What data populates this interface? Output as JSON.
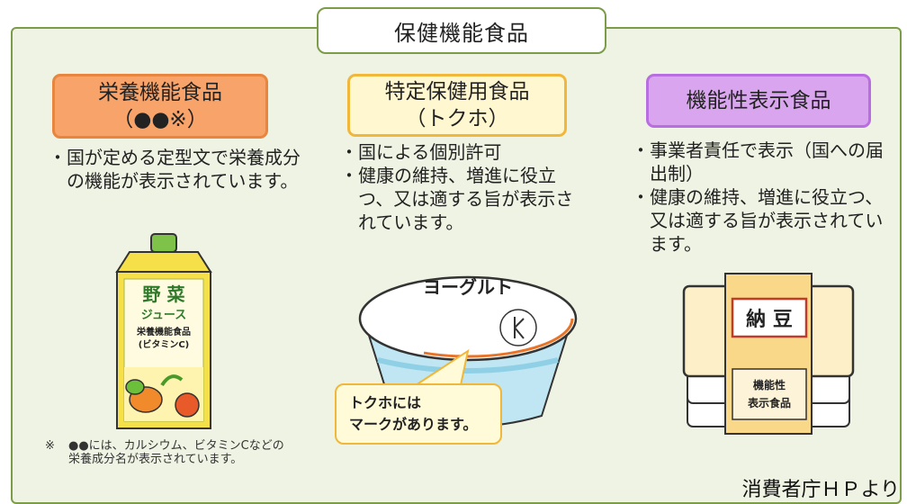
{
  "title": "保健機能食品",
  "categories": [
    {
      "title_line1": "栄養機能食品",
      "title_line2": "（●●※）",
      "points": [
        "国が定める定型文で栄養成分の機能が表示されています。"
      ]
    },
    {
      "title_line1": "特定保健用食品",
      "title_line2": "（トクホ）",
      "points": [
        "国による個別許可",
        "健康の維持、増進に役立つ、又は適する旨が表示されています。"
      ]
    },
    {
      "title_line1": "機能性表示食品",
      "points": [
        "事業者責任で表示（国への届出制）",
        "健康の維持、増進に役立つ、又は適する旨が表示されています。"
      ]
    }
  ],
  "juice": {
    "name_line1": "野 菜",
    "name_line2": "ジュース",
    "label_line1": "栄養機能食品",
    "label_line2": "(ビタミンC)"
  },
  "yogurt": {
    "lid_text": "ヨーグルト",
    "bubble_line1": "トクホには",
    "bubble_line2": "マークがあります。"
  },
  "natto": {
    "name": "納 豆",
    "label_line1": "機能性",
    "label_line2": "表示食品"
  },
  "footnote": {
    "mark": "※",
    "text": "●●には、カルシウム、ビタミンCなどの栄養成分名が表示されています。"
  },
  "credit": "消費者庁ＨＰより",
  "colors": {
    "panel_bg": "#eef3e3",
    "panel_border": "#7c9c4a",
    "orange": "#f7a36a",
    "yellow": "#fff7cf",
    "purple": "#d9a5ef"
  }
}
